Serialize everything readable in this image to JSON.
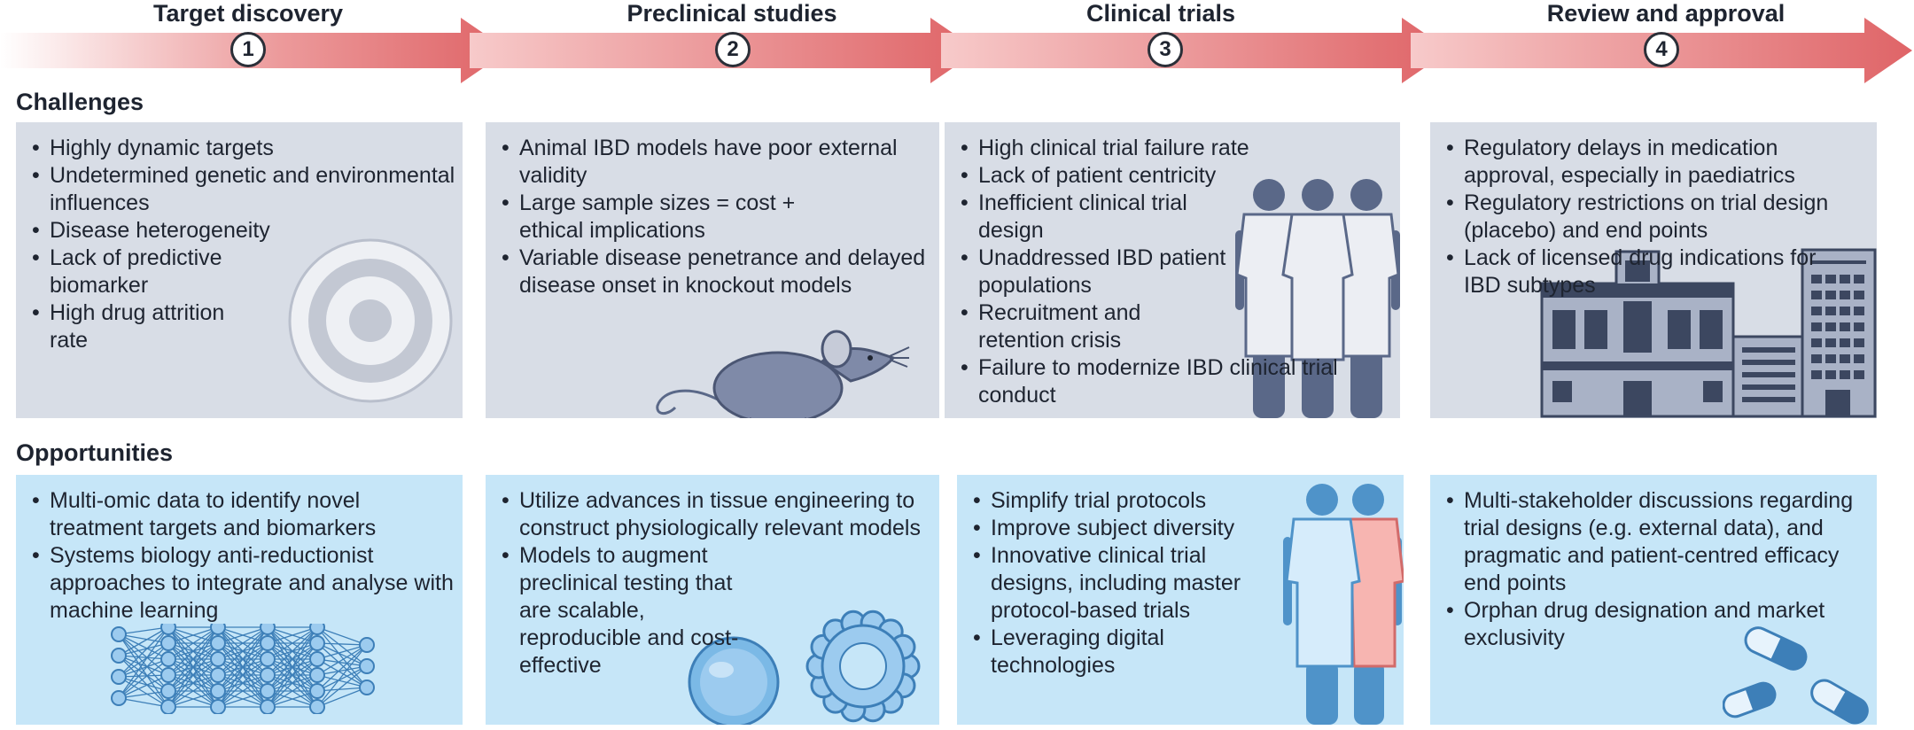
{
  "stages": [
    {
      "number": "1",
      "title": "Target discovery"
    },
    {
      "number": "2",
      "title": "Preclinical studies"
    },
    {
      "number": "3",
      "title": "Clinical trials"
    },
    {
      "number": "4",
      "title": "Review and approval"
    }
  ],
  "sections": {
    "challenges": "Challenges",
    "opportunities": "Opportunities"
  },
  "challenges": [
    {
      "items": [
        "Highly dynamic targets",
        "Undetermined genetic and environmental influences",
        "Disease heterogeneity",
        "Lack of predictive biomarker",
        "High drug attrition rate"
      ]
    },
    {
      "items": [
        "Animal IBD models have poor external validity",
        "Large sample sizes = cost + ethical implications",
        "Variable disease penetrance and delayed disease onset in knockout models"
      ]
    },
    {
      "items": [
        "High clinical trial failure rate",
        "Lack of patient centricity",
        "Inefficient clinical trial design",
        "Unaddressed IBD patient populations",
        "Recruitment and retention crisis",
        "Failure to modernize IBD clinical trial conduct"
      ]
    },
    {
      "items": [
        "Regulatory delays in medication approval, especially in paediatrics",
        "Regulatory restrictions on trial design (placebo) and end points",
        "Lack of licensed drug indications for IBD subtypes"
      ]
    }
  ],
  "opportunities": [
    {
      "items": [
        "Multi-omic data to identify novel treatment targets and biomarkers",
        "Systems biology anti-reductionist approaches to integrate and analyse with machine learning"
      ]
    },
    {
      "items": [
        "Utilize advances in tissue engineering to construct physiologically relevant models",
        "Models to augment preclinical testing that are scalable, reproducible and cost-effective"
      ]
    },
    {
      "items": [
        "Simplify trial protocols",
        "Improve subject diversity",
        "Innovative clinical trial designs, including master protocol-based trials",
        "Leveraging digital technologies"
      ]
    },
    {
      "items": [
        "Multi-stakeholder discussions regarding trial designs (e.g. external data), and pragmatic and patient-centred efficacy end points",
        "Orphan drug designation and market exclusivity"
      ]
    }
  ],
  "icons": [
    "target-icon",
    "mouse-icon",
    "patients-icon",
    "hospital-icon",
    "neural-network-icon",
    "organoid-icon",
    "diverse-patients-icon",
    "capsules-icon"
  ],
  "colors": {
    "arrow": "#e06a6c",
    "challenge_panel": "#d8dde6",
    "opportunity_panel": "#c6e6f8",
    "figure_dark": "#5a6888",
    "figure_blue": "#4f93c9"
  }
}
